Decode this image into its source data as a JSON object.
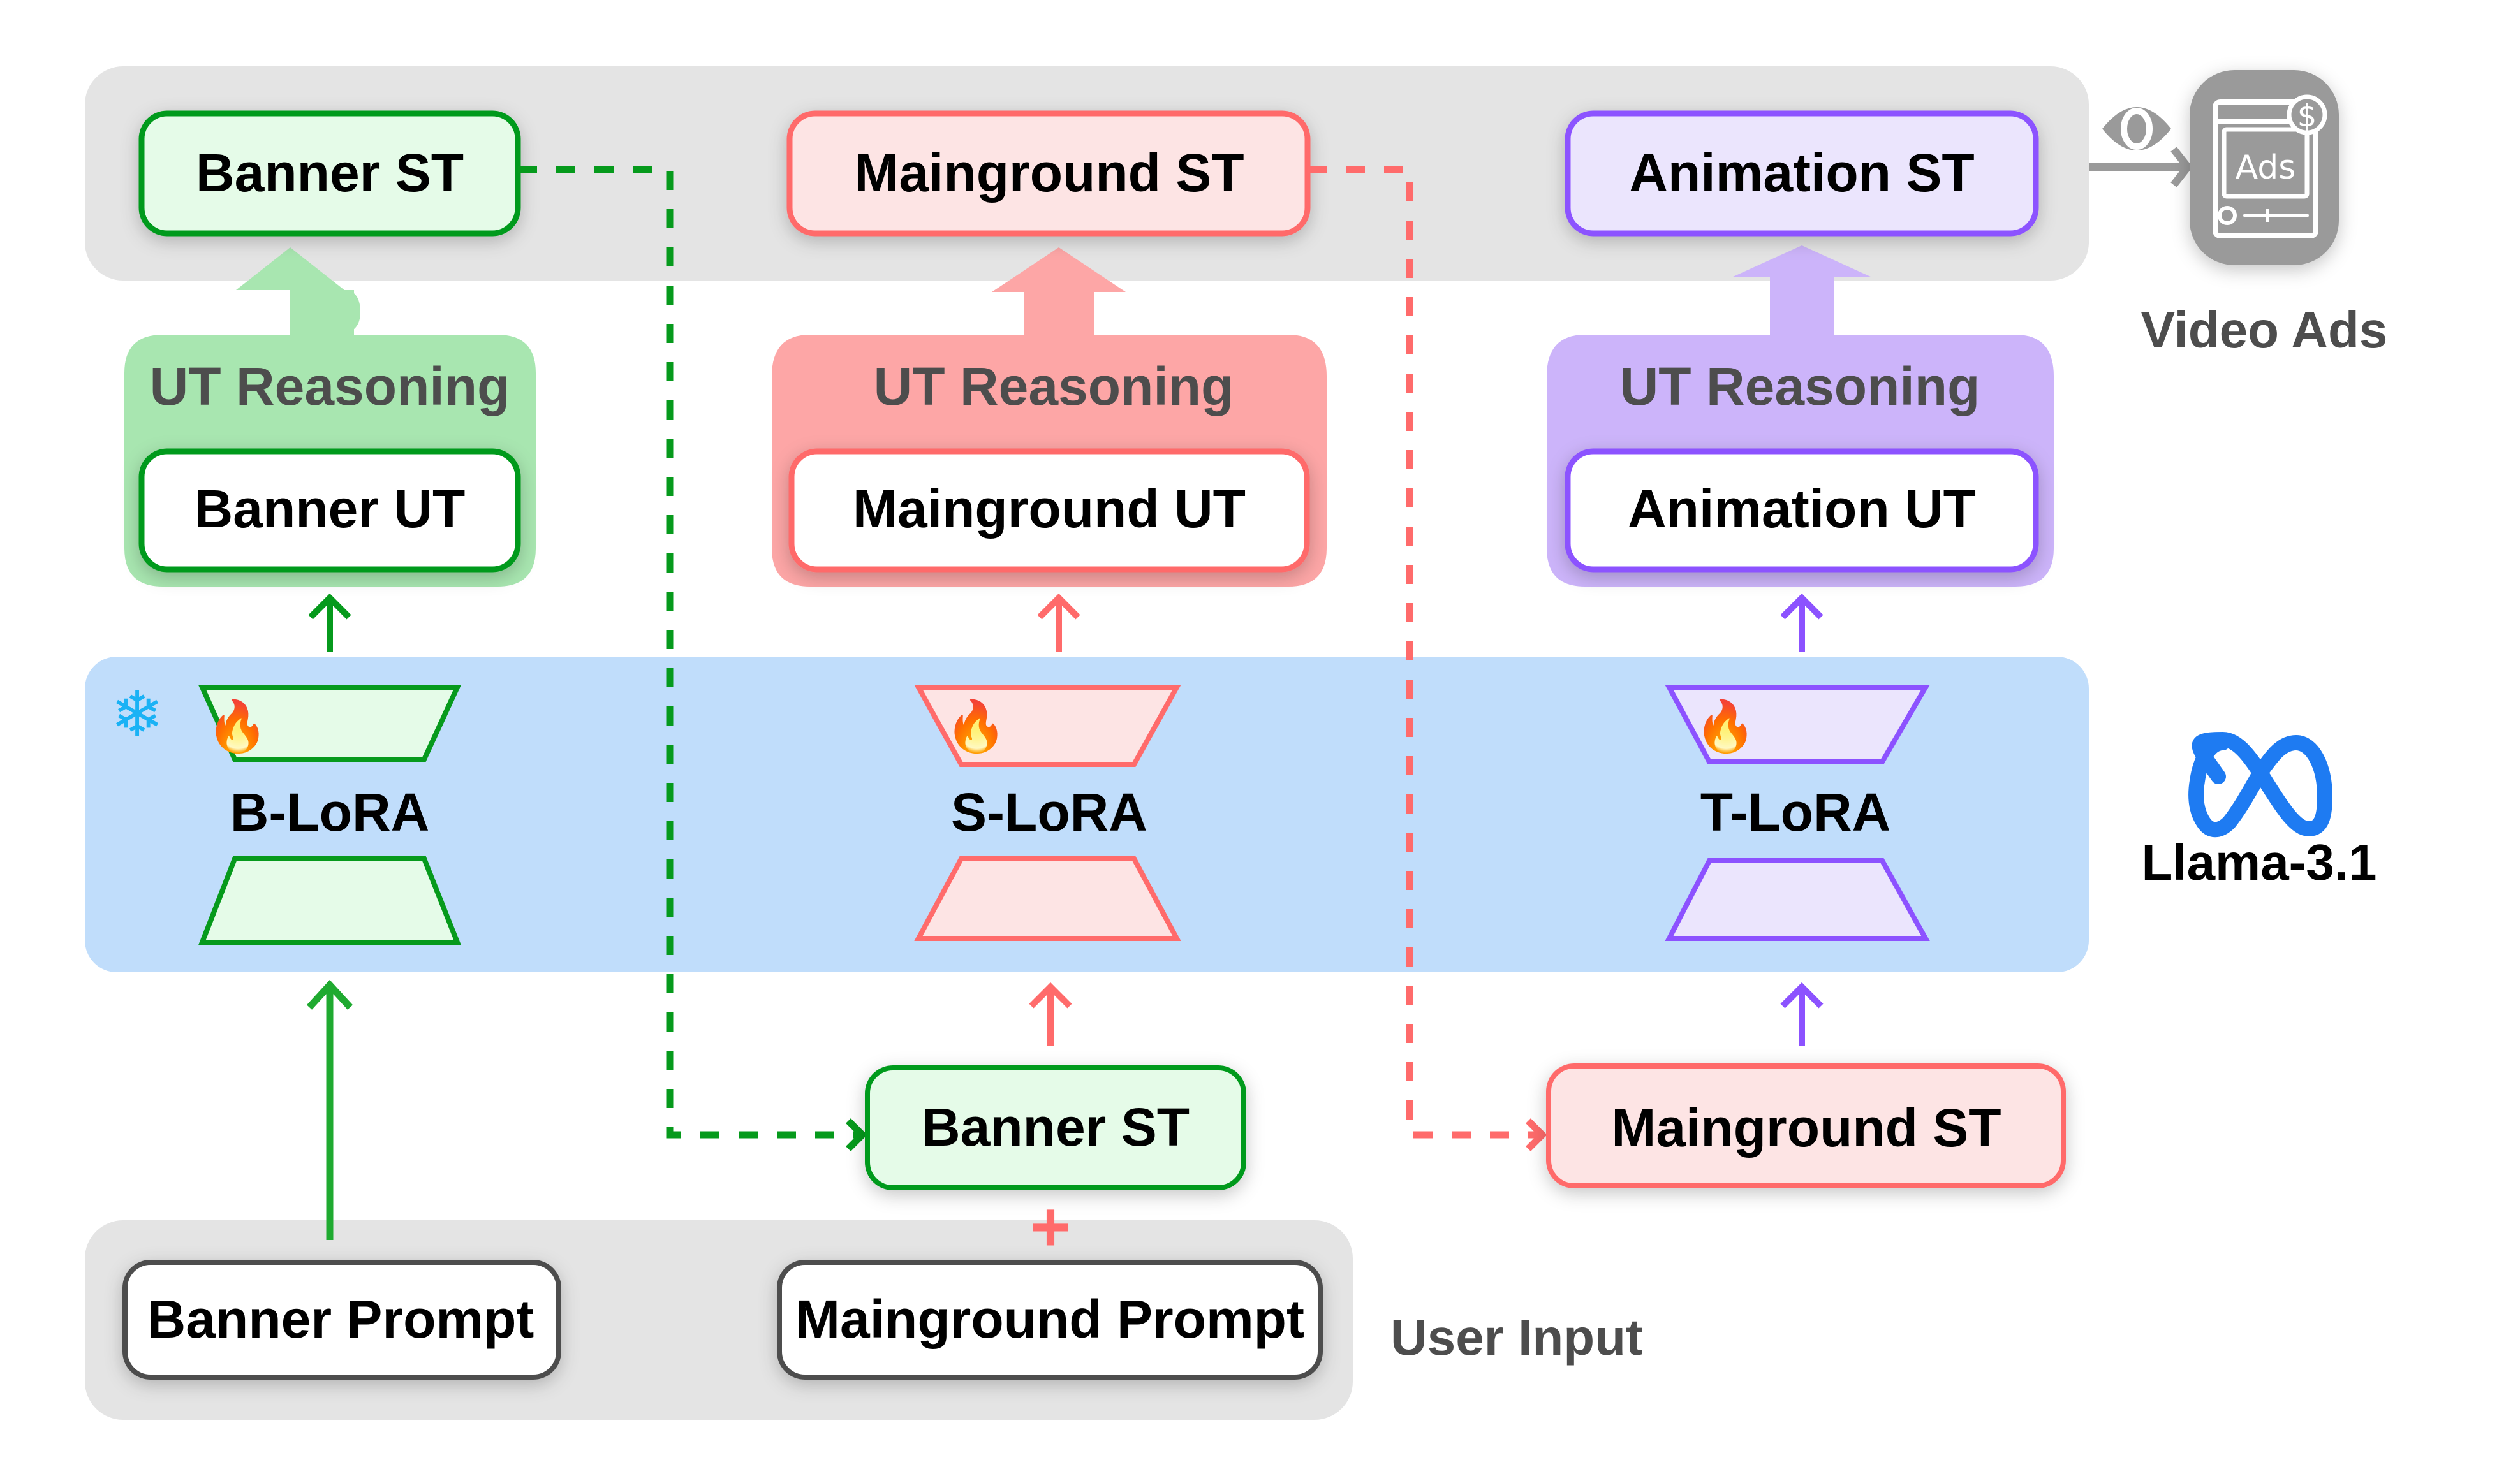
{
  "colors": {
    "green": "#069a1c",
    "green_fill": "#e5fbe8",
    "green_reason": "#a8e6b0",
    "red": "#ff6b6b",
    "red_fill": "#fde4e4",
    "red_reason": "#fda6a6",
    "purple": "#8c52ff",
    "purple_fill": "#ebe5fd",
    "purple_reason": "#ccb4fa",
    "gray_panel": "#e4e4e4",
    "blue_panel": "#c0ddfb",
    "dark_gray": "#4d4d4d",
    "ads_gray": "#9a9a9a"
  },
  "top_row": {
    "banner_st": "Banner ST",
    "mainground_st": "Mainground ST",
    "animation_st": "Animation ST"
  },
  "reasoning": {
    "banner": {
      "title": "UT Reasoning",
      "ut": "Banner UT"
    },
    "mainground": {
      "title": "UT Reasoning",
      "ut": "Mainground UT"
    },
    "animation": {
      "title": "UT Reasoning",
      "ut": "Animation UT"
    }
  },
  "lora": {
    "frozen_icon": "snowflake-icon",
    "trainable_icon": "fire-icon",
    "b": "B-LoRA",
    "s": "S-LoRA",
    "t": "T-LoRA"
  },
  "model": {
    "icon": "meta-logo-icon",
    "name": "Llama-3.1"
  },
  "inputs": {
    "banner_st": "Banner ST",
    "mainground_st": "Mainground ST",
    "plus": "+"
  },
  "user_input": {
    "label": "User Input",
    "banner_prompt": "Banner Prompt",
    "mainground_prompt": "Mainground Prompt"
  },
  "output": {
    "view_icon": "eye-icon",
    "ads_icon": "video-ads-icon",
    "ads_icon_text": "Ads",
    "ads_icon_currency": "$",
    "label": "Video Ads"
  }
}
